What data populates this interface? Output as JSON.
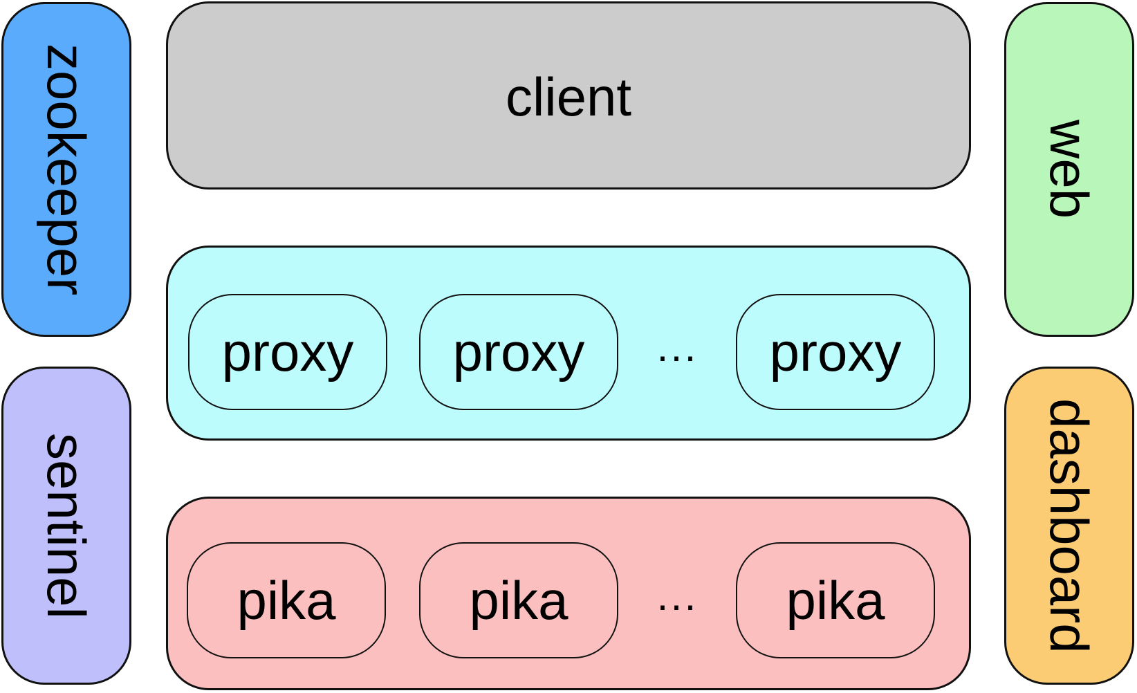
{
  "diagram": {
    "client": {
      "label": "client",
      "color": "#cccccc"
    },
    "proxy_layer": {
      "color": "#bdfcfc",
      "nodes": [
        "proxy",
        "proxy",
        "proxy"
      ],
      "ellipsis": "···"
    },
    "pika_layer": {
      "color": "#fcbfbf",
      "nodes": [
        "pika",
        "pika",
        "pika"
      ],
      "ellipsis": "···"
    },
    "left_side": [
      {
        "label": "zookeeper",
        "color": "#5aabfb"
      },
      {
        "label": "sentinel",
        "color": "#bfbffc"
      }
    ],
    "right_side": [
      {
        "label": "web",
        "color": "#b9f6b9"
      },
      {
        "label": "dashboard",
        "color": "#fccc74"
      }
    ]
  }
}
